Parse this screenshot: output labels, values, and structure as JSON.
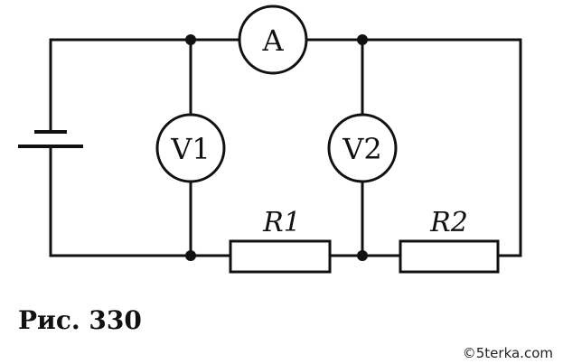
{
  "circuit": {
    "ammeter": "A",
    "voltmeter1": "V1",
    "voltmeter2": "V2",
    "resistor1": "R1",
    "resistor2": "R2"
  },
  "caption": "Рис. 330",
  "watermark": "©5terka.com"
}
